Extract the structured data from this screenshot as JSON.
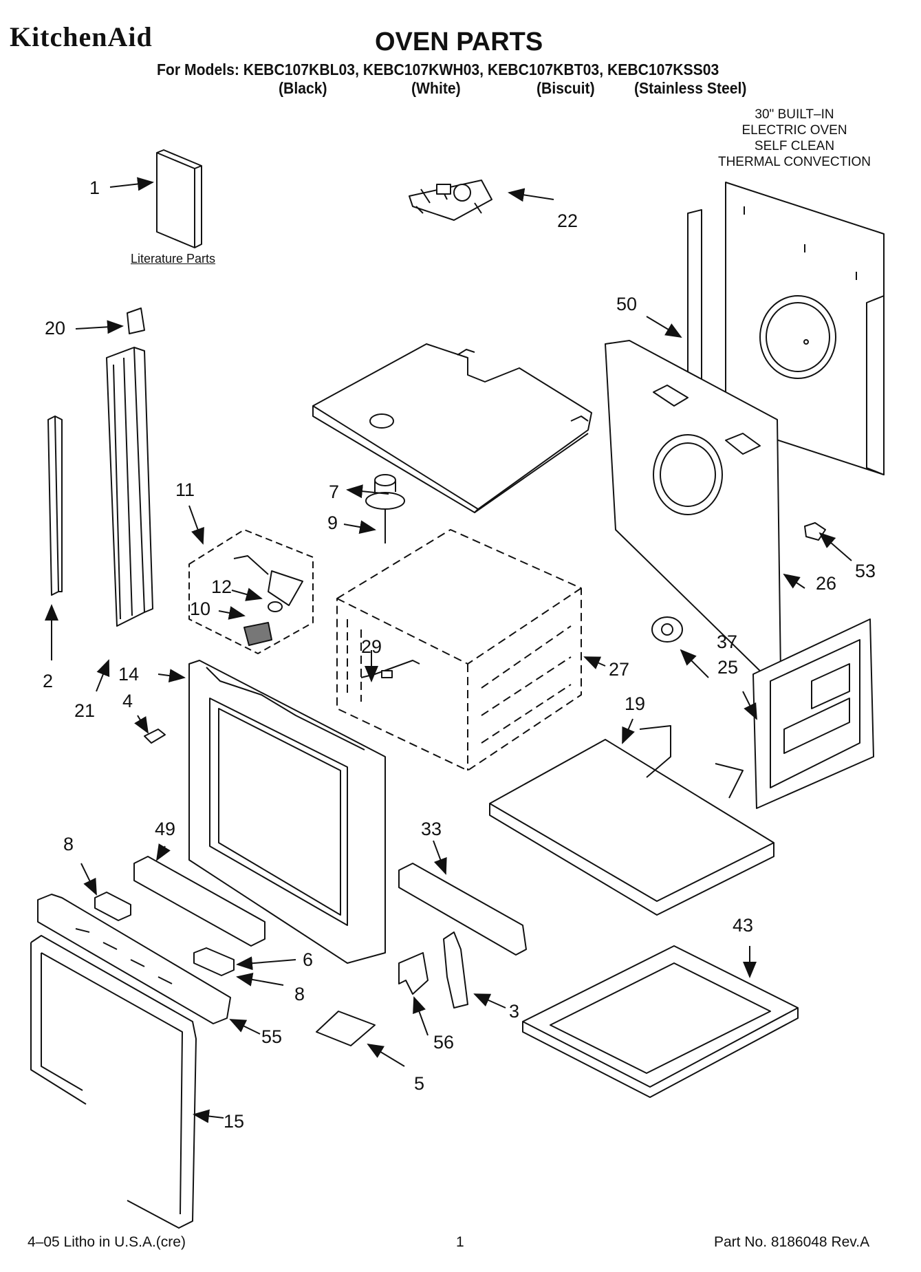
{
  "header": {
    "brand": "KitchenAid",
    "title": "OVEN PARTS",
    "models_line": "For Models: KEBC107KBL03, KEBC107KWH03, KEBC107KBT03, KEBC107KSS03",
    "colors": [
      "(Black)",
      "(White)",
      "(Biscuit)",
      "(Stainless Steel)"
    ]
  },
  "oven_spec": [
    "30\" BUILT–IN",
    "ELECTRIC OVEN",
    "SELF CLEAN",
    "THERMAL CONVECTION"
  ],
  "literature_label": "Literature Parts",
  "part_labels": [
    "1",
    "22",
    "20",
    "50",
    "7",
    "9",
    "11",
    "12",
    "10",
    "2",
    "21",
    "14",
    "4",
    "29",
    "27",
    "53",
    "26",
    "37",
    "25",
    "19",
    "49",
    "8",
    "33",
    "6",
    "8",
    "55",
    "56",
    "3",
    "43",
    "5",
    "15"
  ],
  "footer": {
    "litho": "4–05 Litho in U.S.A.(cre)",
    "page": "1",
    "part_no": "Part No. 8186048 Rev.A"
  }
}
